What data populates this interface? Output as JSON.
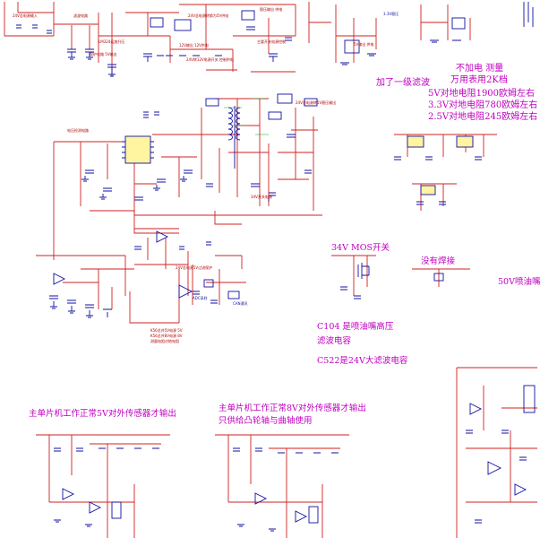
{
  "notes": {
    "no_power_measure": "不加电 测量",
    "meter_range": "万用表用2K档",
    "res_5v": "5V对地电阻1900欧姆左右",
    "res_33v": "3.3V对地电阻780欧姆左右",
    "res_25v": "2.5V对地电阻245欧姆左右",
    "add_filter": "加了一级滤波",
    "mos_34v": "34V MOS开关",
    "no_solder": "没有焊接",
    "nozzle_50v": "50V喷油嘴",
    "c104": "C104 是喷油嘴高压",
    "c104_line2": "滤波电容",
    "c522": "C522是24V大滤波电容",
    "mcu_5v": "主单片机工作正常5V对外传感器才输出",
    "mcu_8v": "主单片机工作正常8V对外传感器才输出",
    "mcu_8v_line2": "只供给凸轮轴与曲轴使用"
  },
  "tiny_labels": {
    "l1": "24V总电源输入",
    "l2": "滤波电路",
    "l3": "24V总电源转换为5V供电",
    "l4": "稳压输出 供电",
    "l5": "LM324运放升压",
    "l6": "保护电路 5V输出",
    "l7": "12V输出 12V供电",
    "l8": "主要开关电源控制",
    "l9": "24V转12V电源开关 控制供电",
    "l10": "电压检测电路",
    "l11": "5V输出 供电",
    "l12": "34V开关电源",
    "l13": "24V总电源5V过流保护",
    "l14": "K56总共5V电源 5V",
    "l15": "K56总共8V电源 8V",
    "l16": "测量电阻对地电阻",
    "l17": "24V总电源转5V稳压输出",
    "l18": "ADC采样",
    "l19": "CAN通讯",
    "l20": "3.3V稳压"
  }
}
